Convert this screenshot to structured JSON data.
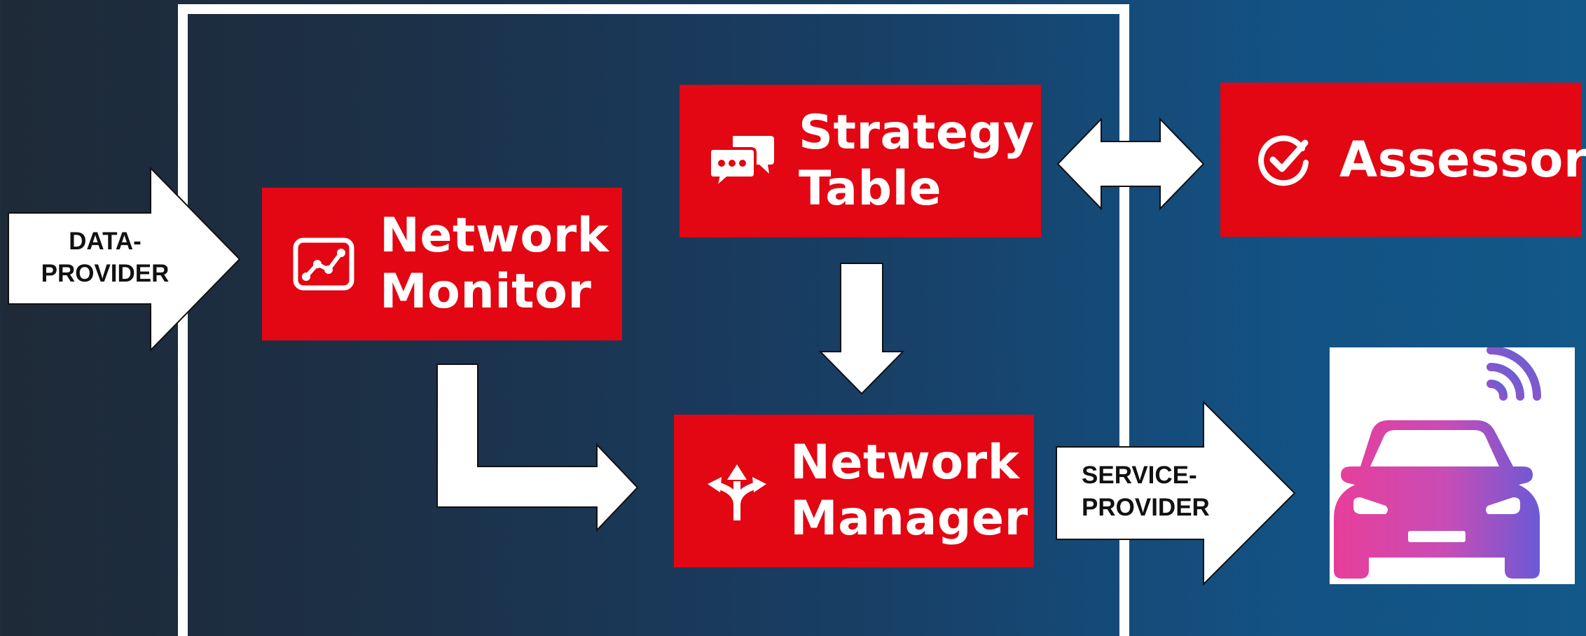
{
  "nodes": {
    "network_monitor": {
      "label": "Network\nMonitor",
      "icon": "chart-line-icon"
    },
    "strategy_table": {
      "label": "Strategy\nTable",
      "icon": "chat-bubbles-icon"
    },
    "network_manager": {
      "label": "Network\nManager",
      "icon": "split-arrows-icon"
    },
    "assessor": {
      "label": "Assessor",
      "icon": "check-circle-icon"
    }
  },
  "arrows": {
    "data_provider": {
      "label": "DATA-\nPROVIDER"
    },
    "service_provider": {
      "label": "SERVICE-\nPROVIDER"
    }
  },
  "colors": {
    "box_red": "#e30613",
    "frame_white": "#ffffff",
    "car_gradient_start": "#e83e9a",
    "car_gradient_end": "#6a5ad6"
  },
  "car_icon": "connected-car-icon"
}
